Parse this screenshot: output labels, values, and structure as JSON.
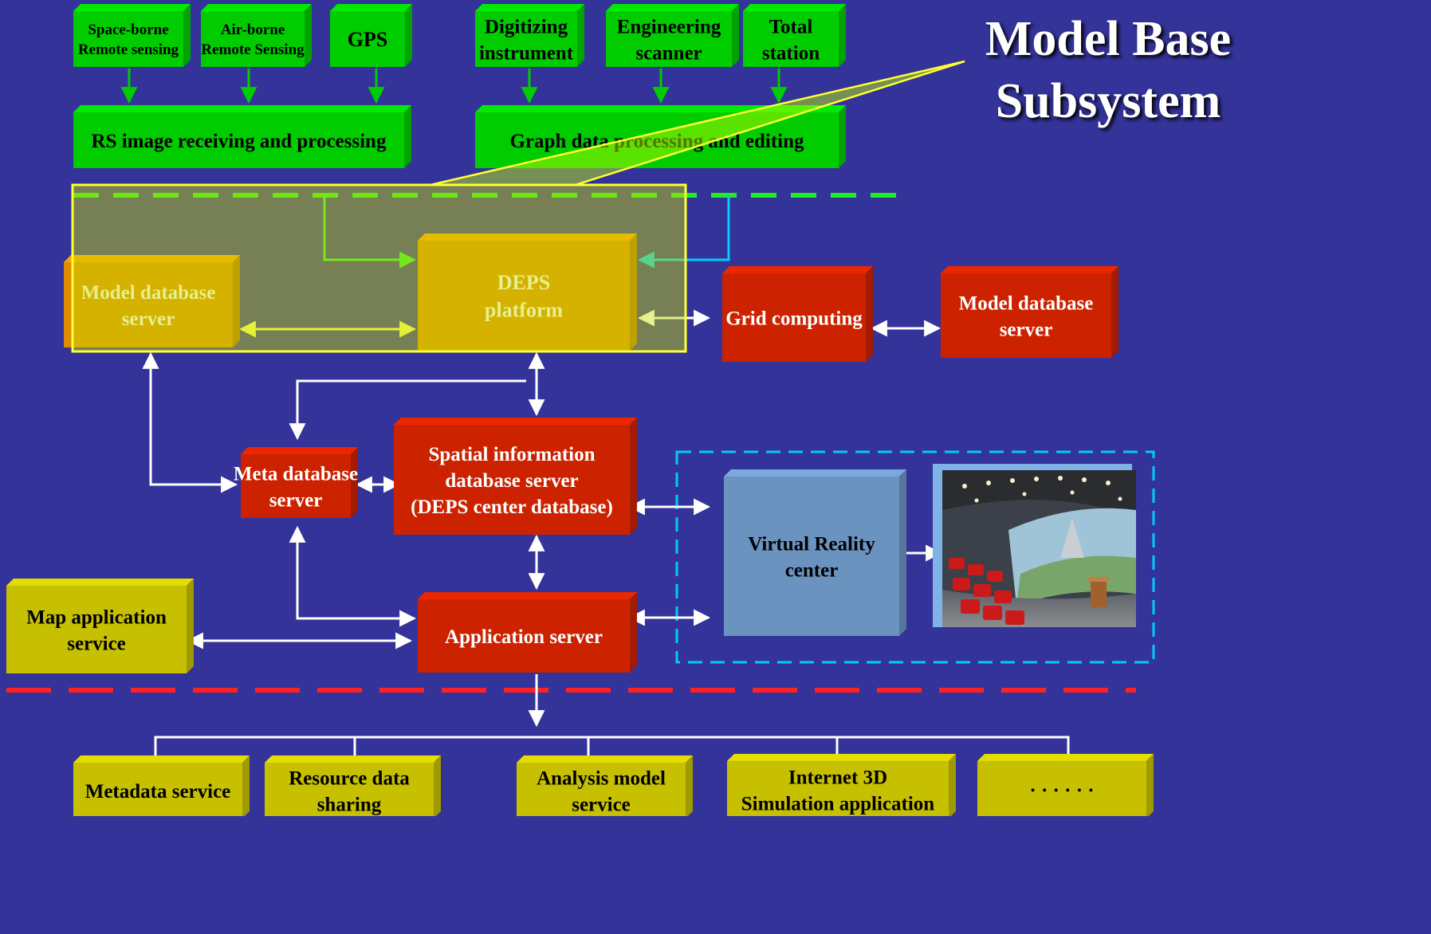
{
  "title": {
    "line1": "Model Base",
    "line2": "Subsystem"
  },
  "colors": {
    "background": "#333399",
    "green_box": "#00cc00",
    "orange_box": "#e08c00",
    "red_box": "#cc2200",
    "yellow_box": "#c6c000",
    "vr_box": "#6b93c0",
    "highlight_border": "#ffff33",
    "dashed_green": "#22ee22",
    "dashed_red": "#ff2222",
    "dashed_cyan": "#00ccff"
  },
  "sources": {
    "space_borne": [
      "Space-borne",
      "Remote sensing"
    ],
    "air_borne": [
      "Air-borne",
      "Remote Sensing"
    ],
    "gps": [
      "GPS"
    ],
    "digitizing": [
      "Digitizing",
      "instrument"
    ],
    "engineering": [
      "Engineering",
      "scanner"
    ],
    "total_station": [
      "Total",
      "station"
    ]
  },
  "processing": {
    "rs_image": [
      "RS image receiving and processing"
    ],
    "graph_data": [
      "Graph data processing and editing"
    ]
  },
  "servers": {
    "model_db_left": [
      "Model database",
      "server"
    ],
    "deps_platform": [
      "DEPS",
      "platform"
    ],
    "grid_computing": [
      "Grid computing"
    ],
    "model_db_right": [
      "Model database",
      "server"
    ],
    "meta_db": [
      "Meta database",
      "server"
    ],
    "spatial_info": [
      "Spatial information",
      "database server",
      "(DEPS center database)"
    ],
    "application": [
      "Application server"
    ],
    "virtual_reality": [
      "Virtual Reality",
      "center"
    ],
    "map_application": [
      "Map application",
      "service"
    ]
  },
  "services": {
    "metadata": [
      "Metadata service"
    ],
    "resource": [
      "Resource data",
      "sharing"
    ],
    "analysis": [
      "Analysis model",
      "service"
    ],
    "internet3d": [
      "Internet 3D",
      "Simulation application"
    ],
    "more": [
      "· · · · · ·"
    ]
  },
  "photo": {
    "icon": "theater-photo-icon"
  }
}
